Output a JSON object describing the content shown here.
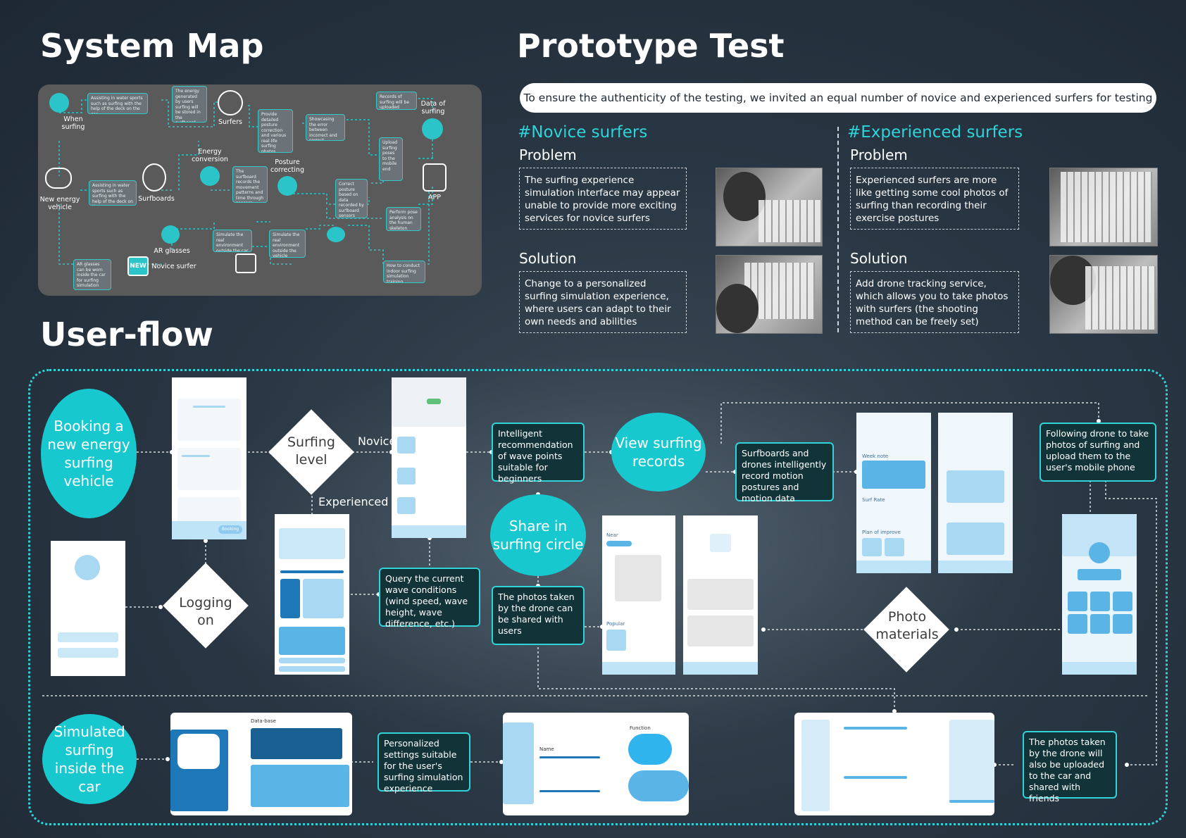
{
  "titles": {
    "system_map": "System Map",
    "prototype_test": "Prototype Test",
    "user_flow": "User-flow"
  },
  "colors": {
    "accent": "#2fd3da",
    "bubble": "#18c8cf",
    "ui_blue": "#a9d8f2",
    "ui_dark_blue": "#1e78b8"
  },
  "system_map": {
    "labels": {
      "when_surfing": "When surfing",
      "surfers": "Surfers",
      "data_of_surfing": "Data of surfing",
      "energy_conversion": "Energy conversion",
      "posture_correcting": "Posture correcting",
      "new_energy_vehicle": "New energy vehicle",
      "surfboards": "Surfboards",
      "app": "APP",
      "ar_glasses": "AR glasses",
      "novice_surfer": "Novice surfer",
      "new_badge": "NEW"
    },
    "notes": {
      "n1": "Assisting in water sports such as surfing with the help of the deck on the car",
      "n2": "The energy generated by users surfing will be stored in the surfboard",
      "n3": "Provide detailed posture correction and various real-life surfing photos",
      "n4": "Showcasing the error between incorrect and correct postures",
      "n5": "Records of surfing will be uploaded",
      "n6": "Upload surfing poses to the mobile end",
      "n7": "Assisting in water sports such as surfing with the help of the deck on the car",
      "n8": "The surfboard records the movement patterns and time through sensors",
      "n9": "Correct posture based on data recorded by surfboard sensors",
      "n10": "Perform pose analysis on the human skeleton",
      "n11": "Simulate the real environment outside the car",
      "n12": "Simulate the real environment outside the vehicle",
      "n13": "AR glasses can be worn inside the car for surfing simulation",
      "n14": "How to conduct indoor surfing simulation training"
    }
  },
  "prototype": {
    "intro": "To ensure the authenticity of the testing, we invited an equal number of novice and experienced surfers for testing",
    "novice": {
      "heading": "#Novice surfers",
      "problem_label": "Problem",
      "problem": "The surfing experience simulation interface may appear unable to provide more exciting services for novice surfers",
      "solution_label": "Solution",
      "solution": "Change to a personalized surfing simulation experience, where users can adapt to their own needs and abilities"
    },
    "experienced": {
      "heading": "#Experienced surfers",
      "problem_label": "Problem",
      "problem": "Experienced surfers are more like getting some cool photos of surfing than recording their exercise postures",
      "solution_label": "Solution",
      "solution": "Add drone tracking service, which allows you to take photos with surfers (the shooting method can be freely set)"
    }
  },
  "userflow": {
    "bubbles": {
      "booking": "Booking a new energy surfing vehicle",
      "view_records": "View surfing records",
      "share": "Share in surfing circle",
      "simulated": "Simulated surfing inside the car"
    },
    "diamonds": {
      "surfing_level": "Surfing level",
      "logging_on": "Logging on",
      "photo_materials": "Photo materials"
    },
    "branch": {
      "novice": "Novice",
      "experienced": "Experienced"
    },
    "boxes": {
      "intelligent": "Intelligent recommendation of wave points suitable for beginners",
      "query": "Query the current wave conditions (wind speed, wave height, wave difference, etc.)",
      "surfboards_drones": "Surfboards and drones intelligently record motion postures and motion data",
      "following_drone": "Following drone to take photos of surfing and upload them to the user's mobile phone",
      "photos_shared": "The photos taken by the drone can be shared with users",
      "personalized": "Personalized settings suitable for the user's surfing simulation experience",
      "photos_uploaded": "The photos taken by the drone will also be uploaded to the car and shared with friends"
    },
    "screen_text": {
      "booking_btn": "Booking",
      "near": "Near",
      "popular": "Popular",
      "week_note": "Week note",
      "surf_rate": "Surf Rate",
      "plan_improve": "Plan of improve",
      "database": "Data-base",
      "function": "Function",
      "name": "Name"
    }
  }
}
